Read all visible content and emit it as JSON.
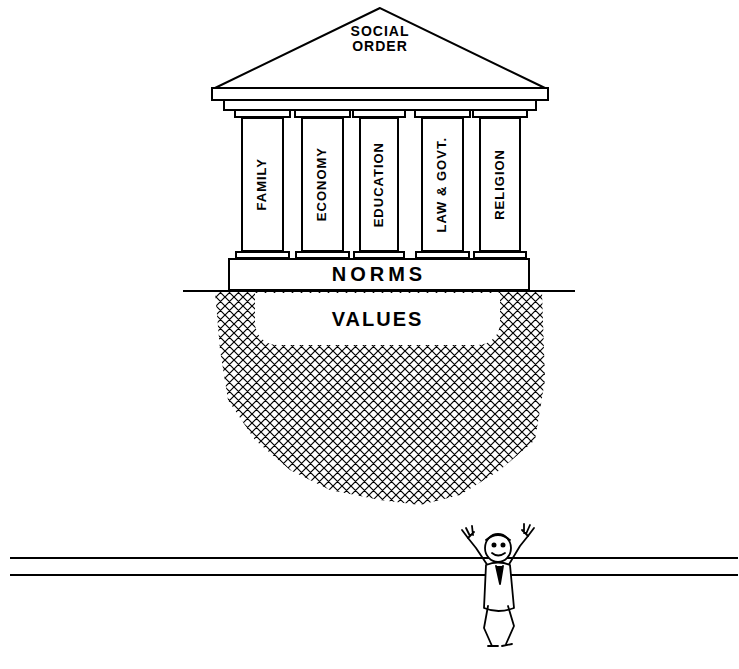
{
  "diagram": {
    "nodes": [
      {
        "text": [
          "SOCIAL ORDER"
        ]
      },
      {
        "text": [
          "FAMILY"
        ]
      },
      {
        "text": [
          "ECONOMY"
        ]
      },
      {
        "text": [
          "EDUCATION"
        ]
      },
      {
        "text": [
          "LAW & GOVT."
        ]
      },
      {
        "text": [
          "RELIGION"
        ]
      },
      {
        "text": [
          "NORMS"
        ]
      },
      {
        "text": [
          "VALUES"
        ]
      }
    ]
  }
}
